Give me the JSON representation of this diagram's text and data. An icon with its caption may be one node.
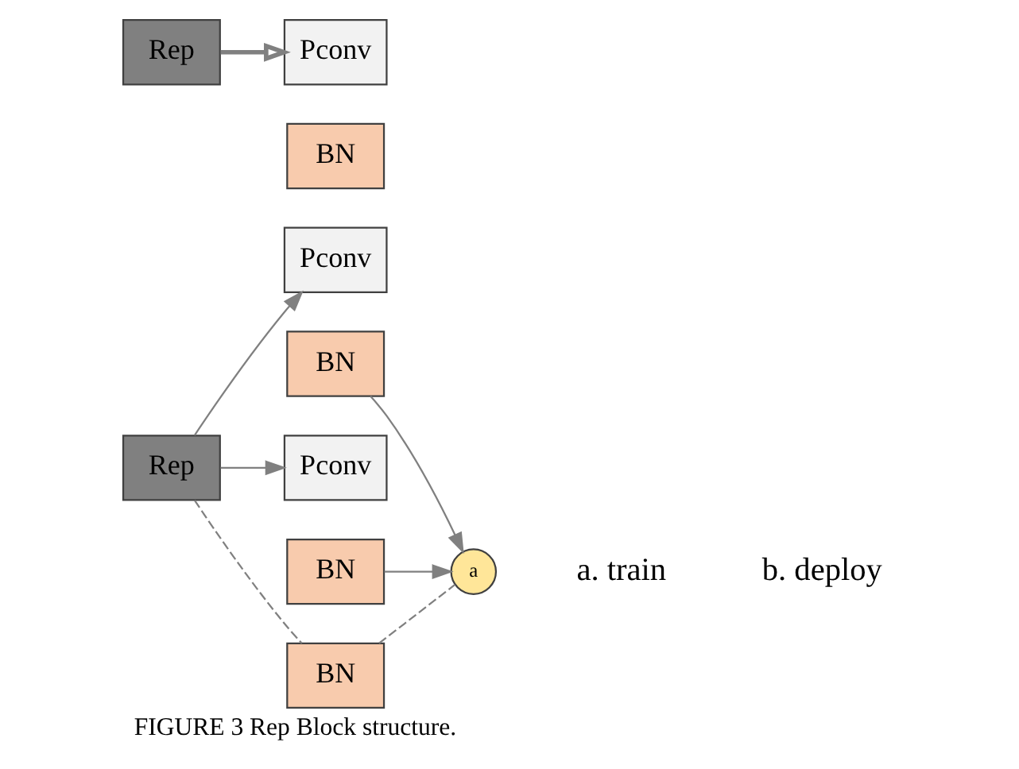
{
  "diagram": {
    "caption": "FIGURE 3 Rep Block structure.",
    "nodes": [
      {
        "text": [
          "Rep"
        ]
      },
      {
        "text": [
          "Pconv"
        ]
      },
      {
        "text": [
          "BN"
        ]
      },
      {
        "text": [
          "Pconv"
        ]
      },
      {
        "text": [
          "BN"
        ]
      },
      {
        "text": [
          "BN"
        ]
      },
      {
        "text": [
          "a"
        ]
      },
      {
        "text": [
          "Rep"
        ]
      },
      {
        "text": [
          "Pconv"
        ]
      },
      {
        "text": [
          "BN"
        ]
      }
    ],
    "edges": [
      {
        "from": 0,
        "to": 1,
        "arrow": "to"
      },
      {
        "from": 0,
        "to": 3,
        "arrow": "to"
      },
      {
        "from": 0,
        "to": 5,
        "arrow": "none",
        "style": "dashed"
      },
      {
        "from": 2,
        "to": 6,
        "arrow": "to"
      },
      {
        "from": 4,
        "to": 6,
        "arrow": "to"
      },
      {
        "from": 5,
        "to": 6,
        "arrow": "none",
        "style": "dashed"
      },
      {
        "from": 7,
        "to": 8,
        "arrow": "to",
        "style": "thick"
      }
    ],
    "labels": [
      "a. train",
      "b. deploy"
    ]
  }
}
